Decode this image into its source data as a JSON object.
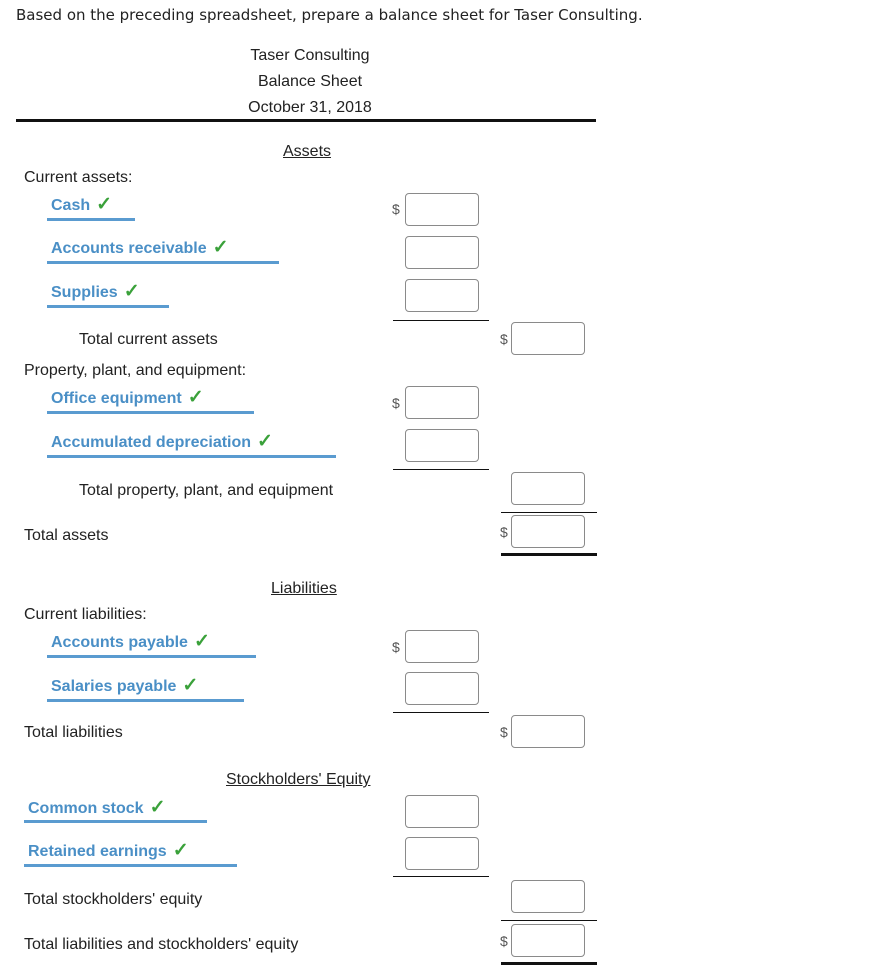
{
  "instruction": "Based on the preceding spreadsheet, prepare a balance sheet for Taser Consulting.",
  "header": {
    "company": "Taser Consulting",
    "statement": "Balance Sheet",
    "date": "October 31, 2018"
  },
  "currency_symbol": "$",
  "check_glyph": "✓",
  "colors": {
    "account_text": "#4a8fc6",
    "account_underline": "#5a9bd0",
    "check": "#3aa13a"
  },
  "assets": {
    "title": "Assets",
    "current_label": "Current assets:",
    "current_items": [
      "Cash",
      "Accounts receivable",
      "Supplies"
    ],
    "total_current": "Total current assets",
    "ppe_label": "Property, plant, and equipment:",
    "ppe_items": [
      "Office equipment",
      "Accumulated depreciation"
    ],
    "total_ppe": "Total property, plant, and equipment",
    "total_assets": "Total assets"
  },
  "liabilities": {
    "title": "Liabilities",
    "current_label": "Current liabilities:",
    "items": [
      "Accounts payable",
      "Salaries payable"
    ],
    "total": "Total liabilities"
  },
  "equity": {
    "title": "Stockholders' Equity",
    "items": [
      "Common stock",
      "Retained earnings"
    ],
    "total": "Total stockholders' equity",
    "total_le": "Total liabilities and stockholders' equity"
  }
}
